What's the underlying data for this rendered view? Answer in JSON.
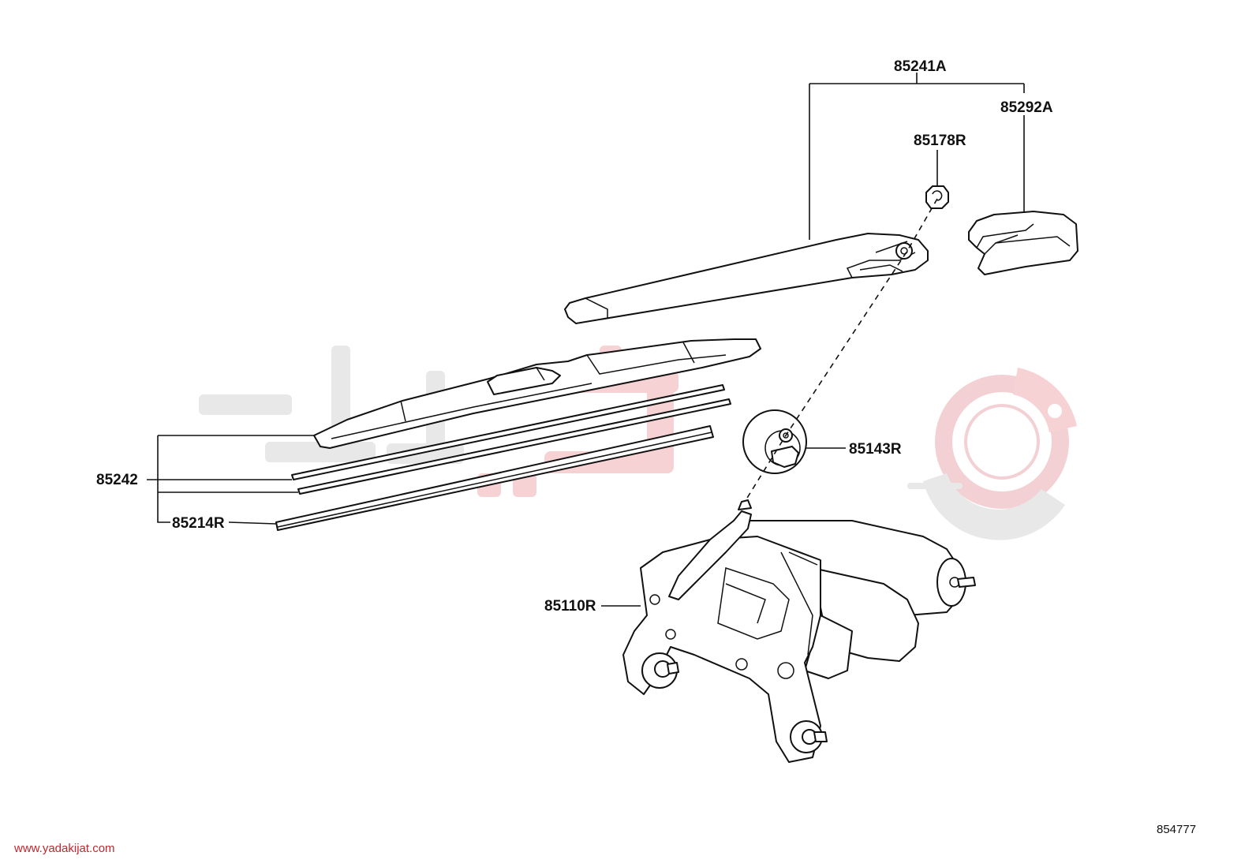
{
  "labels": {
    "wiper_arm_assy": "85241A",
    "arm_head_cap": "85292A",
    "nut": "85178R",
    "blade": "85242",
    "blade_rubber": "85214R",
    "pivot_cushion": "85143R",
    "wiper_motor": "85110R"
  },
  "figure_code": "854777",
  "watermark": {
    "logo_text": "یدکیجات",
    "website": "www.yadakijat.com"
  },
  "colors": {
    "ink": "#111111",
    "watermark_grey": "#e6e6e6",
    "watermark_red": "#f3c9cc",
    "website_red": "#c0272d"
  }
}
